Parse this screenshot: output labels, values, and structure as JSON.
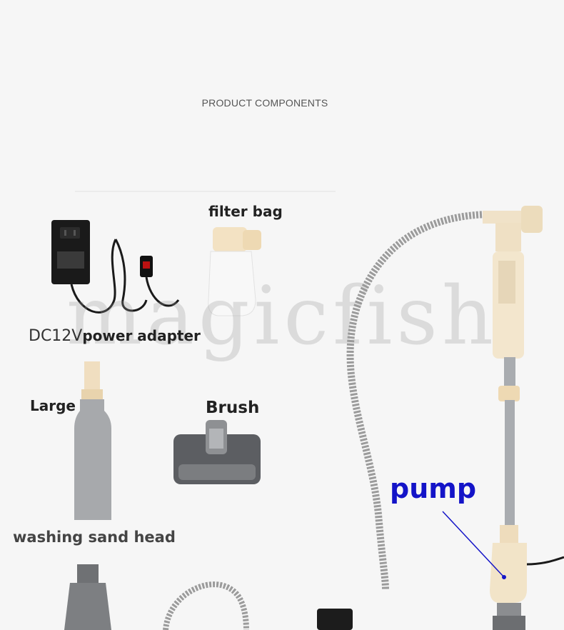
{
  "header": {
    "title": "PRODUCT COMPONENTS"
  },
  "labels": {
    "filter_bag": "filter bag",
    "dc_voltage": "DC12V",
    "power_adapter": "power adapter",
    "large": "Large",
    "brush": "Brush",
    "washing_sand_head": "washing sand head",
    "pump": "pump"
  },
  "watermark": "magicfish",
  "colors": {
    "pump_label": "#1414c8",
    "beige_plastic": "#f0e2c8",
    "steel": "#a9acb0",
    "hose": "#9b9b9b"
  }
}
